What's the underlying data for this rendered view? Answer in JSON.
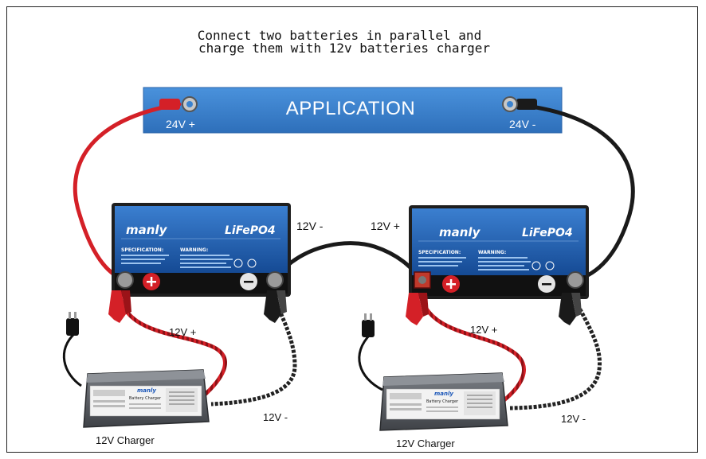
{
  "title": {
    "line1": "Connect two batteries in parallel and",
    "line2": "charge them  with 12v batteries charger"
  },
  "application": {
    "label": "APPLICATION",
    "pos_terminal": "24V +",
    "neg_terminal": "24V -"
  },
  "battery_left": {
    "brand": "manly",
    "chemistry": "LiFePO4",
    "spec_heading": "SPECIFICATION:",
    "warning_heading": "WARNING:",
    "neg_label": "12V -"
  },
  "battery_right": {
    "brand": "manly",
    "chemistry": "LiFePO4",
    "spec_heading": "SPECIFICATION:",
    "warning_heading": "WARNING:",
    "pos_label": "12V +"
  },
  "charger_left": {
    "brand": "manly",
    "name": "Battery Charger",
    "pos_label": "12V +",
    "neg_label": "12V -",
    "caption": "12V Charger"
  },
  "charger_right": {
    "brand": "manly",
    "name": "Battery Charger",
    "pos_label": "12V +",
    "neg_label": "12V -",
    "caption": "12V Charger"
  },
  "colors": {
    "battery_blue": "#1f5fb0",
    "app_blue": "#3a82cf",
    "positive_red": "#d42027",
    "negative_black": "#1a1a1a",
    "charger_gray": "#5a5e63"
  },
  "icons": [
    "plus-icon",
    "minus-icon",
    "ac-plug-icon",
    "ring-terminal-icon",
    "alligator-clip-icon"
  ]
}
